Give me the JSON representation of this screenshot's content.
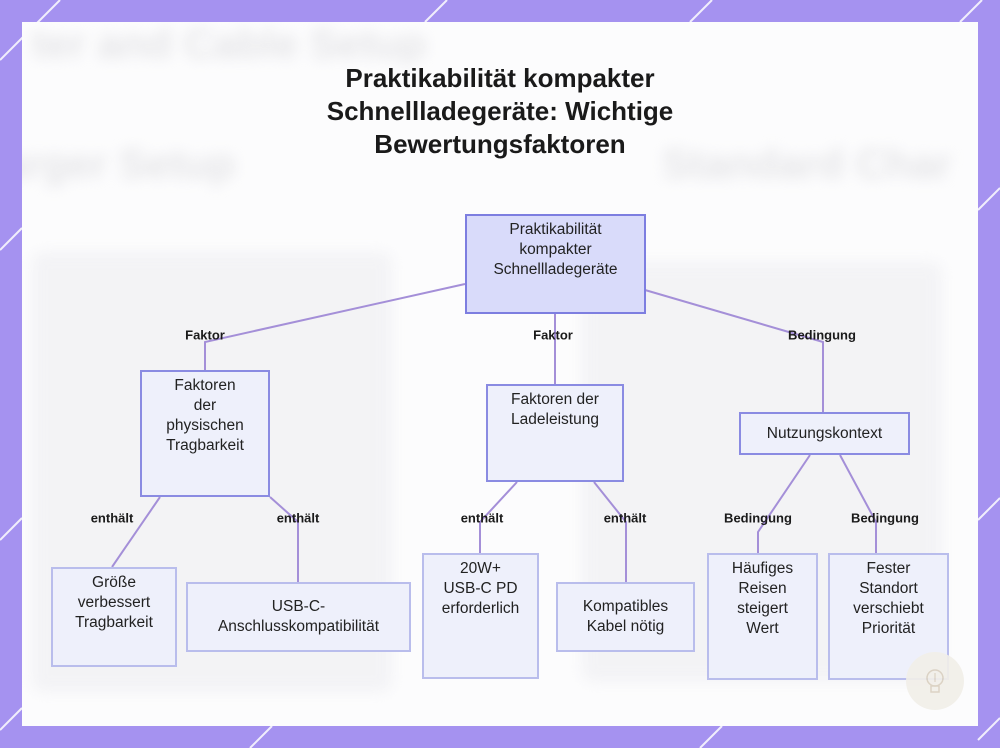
{
  "title": [
    "Praktikabilität kompakter",
    "Schnellladegeräte: Wichtige",
    "Bewertungsfaktoren"
  ],
  "background_text": [
    "ter and Cable Setup",
    "arger Setup",
    "Standard Char"
  ],
  "colors": {
    "frame": "#a592f0",
    "node_fill": "#eef0fb",
    "node_border": "#b9bdec",
    "root_fill": "#d9dbfa",
    "root_border": "#7d7ee0",
    "edge": "#a48fd8"
  },
  "nodes": {
    "root": "Praktikabilität\nkompakter\nSchnellladegeräte",
    "physical": "Faktoren\nder\nphysischen\nTragbarkeit",
    "charging": "Faktoren der\nLadeleistung",
    "context": "Nutzungskontext",
    "size": "Größe\nverbessert\nTragbarkeit",
    "usbc": "USB-C-\nAnschlusskompatibilität",
    "pd": "20W+\nUSB-C PD\nerforderlich",
    "cable": "Kompatibles\nKabel nötig",
    "travel": "Häufiges\nReisen\nsteigert\nWert",
    "fixed": "Fester\nStandort\nverschiebt\nPriorität"
  },
  "edge_labels": {
    "root_physical": "Faktor",
    "root_charging": "Faktor",
    "root_context": "Bedingung",
    "physical_size": "enthält",
    "physical_usbc": "enthält",
    "charging_pd": "enthält",
    "charging_cable": "enthält",
    "context_travel": "Bedingung",
    "context_fixed": "Bedingung"
  },
  "badge_icon": "lightbulb-icon"
}
